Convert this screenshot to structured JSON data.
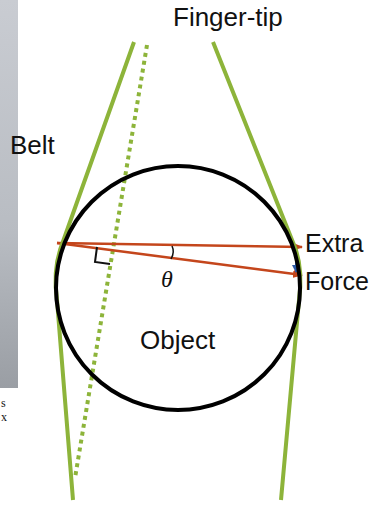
{
  "diagram": {
    "nodes": [
      {
        "text": [
          "Object"
        ]
      }
    ],
    "labels": [
      "Finger-tip",
      "Belt",
      "θ",
      "Extra Force",
      "s",
      "x"
    ]
  }
}
